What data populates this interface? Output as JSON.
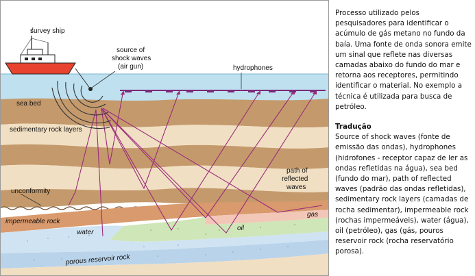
{
  "diagram": {
    "labels": {
      "survey_ship": "survey ship",
      "source_line1": "source of",
      "source_line2": "shock waves",
      "source_line3": "(air gun)",
      "hydrophones": "hydrophones",
      "sea_bed": "sea bed",
      "sedimentary": "sedimentary rock layers",
      "path_line1": "path of",
      "path_line2": "reflected",
      "path_line3": "waves",
      "unconformity": "unconformity",
      "impermeable": "impermeable rock",
      "water": "water",
      "oil": "oil",
      "gas": "gas",
      "porous": "porous reservoir rock"
    },
    "colors": {
      "sky": "#ffffff",
      "sea": "#bfe0ef",
      "ship_hull": "#e8432f",
      "hydrophone": "#7b2a7b",
      "wave_path": "#9a2b7a",
      "sediment_dark": "#c49a6c",
      "sediment_light": "#f1dfc3",
      "impermeable": "#d99a6d",
      "water": "#cfe3f2",
      "oil": "#cfe6b8",
      "gas": "#f3c7b7",
      "porous": "#b9d3ea"
    }
  },
  "text_panel": {
    "description": "Processo utilizado pelos pesquisadores para identificar o acúmulo de gás metano no fundo da baía. Uma fonte de onda sonora emite um sinal que reflete nas diversas camadas abaixo do fundo do mar e retorna aos receptores, permitindo identificar o material. No exemplo a técnica é utilizada para busca de petróleo.",
    "translation_heading": "Tradução",
    "translation": "Source of shock waves (fonte de emissão das ondas), hydrophones (hidrofones - receptor capaz de ler as ondas refletidas na água), sea bed (fundo do mar), path of reflected waves (padrão das ondas refletidas), sedimentary rock layers (camadas de rocha sedimentar), impermeable rock (rochas impermeáveis), water (água), oil (petróleo), gas (gás, pouros reservoir rock (rocha reservatório porosa)."
  }
}
